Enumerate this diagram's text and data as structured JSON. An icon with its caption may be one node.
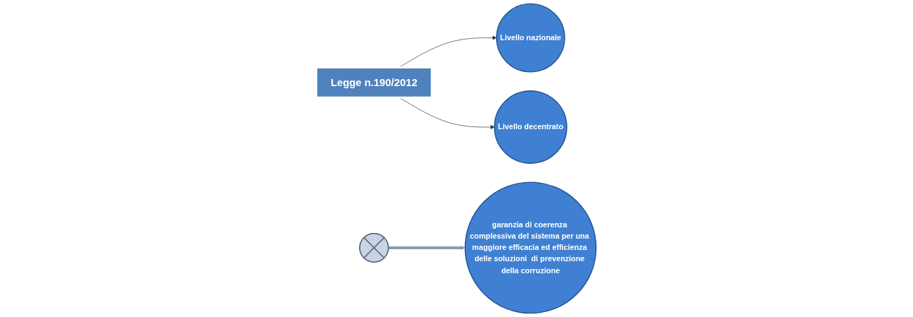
{
  "diagram": {
    "nodes": [
      {
        "text": [
          "Legge n.190/2012"
        ]
      },
      {
        "text": [
          "Livello nazionale"
        ]
      },
      {
        "text": [
          "Livello decentrato"
        ]
      },
      {
        "text": [],
        "shape": "plus"
      },
      {
        "text": [
          "garanzia di coerenza complessiva del sistema per una maggiore efficacia ed efficienza delle soluzioni  di prevenzione della corruzione"
        ]
      }
    ],
    "edges": [
      {
        "from": 0,
        "to": 1,
        "arrow": "to"
      },
      {
        "from": 0,
        "to": 2,
        "arrow": "to"
      },
      {
        "from": 3,
        "to": 4,
        "arrow": "to",
        "style": "thick",
        "color": "#8a9bb0"
      }
    ]
  }
}
